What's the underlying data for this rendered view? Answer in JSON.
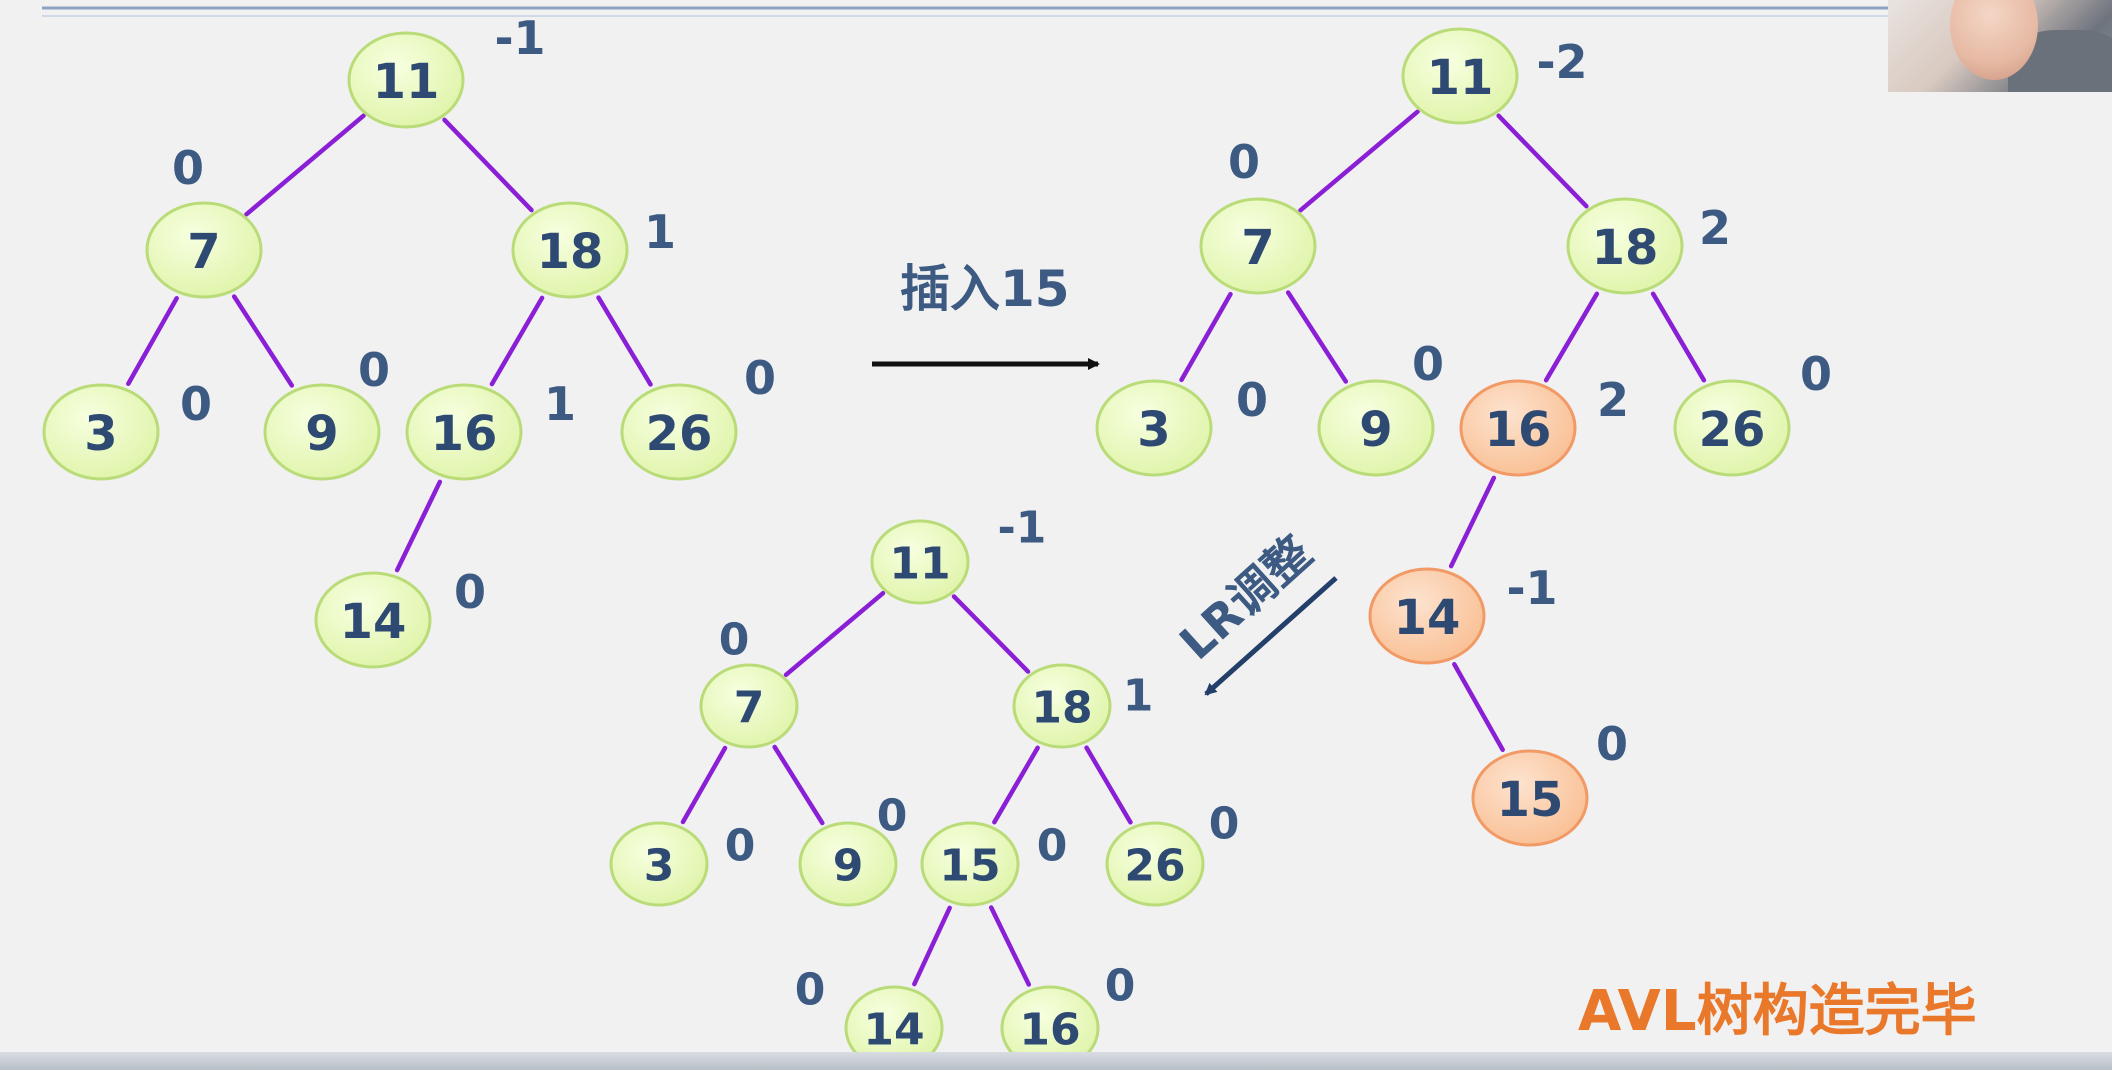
{
  "arrow_insert_label": "插入15",
  "arrow_lr_label": "LR调整",
  "done_label": "AVL树构造完毕",
  "colors": {
    "node_fill": "#eaf9c2",
    "node_stroke": "#b9dc79",
    "highlight_fill": "#fbd0b0",
    "highlight_stroke": "#f19a66",
    "edge": "#8a1fd6",
    "text": "#2e4a73",
    "accent": "#e9782a"
  },
  "trees": [
    {
      "id": "before-insert",
      "nodes": [
        {
          "id": "a11",
          "label": "11",
          "bf": "-1"
        },
        {
          "id": "a7",
          "label": "7",
          "bf": "0"
        },
        {
          "id": "a18",
          "label": "18",
          "bf": "1"
        },
        {
          "id": "a3",
          "label": "3",
          "bf": "0"
        },
        {
          "id": "a9",
          "label": "9",
          "bf": "0"
        },
        {
          "id": "a16",
          "label": "16",
          "bf": "1"
        },
        {
          "id": "a26",
          "label": "26",
          "bf": "0"
        },
        {
          "id": "a14",
          "label": "14",
          "bf": "0"
        }
      ],
      "edges": [
        [
          "a11",
          "a7"
        ],
        [
          "a11",
          "a18"
        ],
        [
          "a7",
          "a3"
        ],
        [
          "a7",
          "a9"
        ],
        [
          "a18",
          "a16"
        ],
        [
          "a18",
          "a26"
        ],
        [
          "a16",
          "a14"
        ]
      ]
    },
    {
      "id": "after-insert",
      "nodes": [
        {
          "id": "b11",
          "label": "11",
          "bf": "-2"
        },
        {
          "id": "b7",
          "label": "7",
          "bf": "0"
        },
        {
          "id": "b18",
          "label": "18",
          "bf": "2"
        },
        {
          "id": "b3",
          "label": "3",
          "bf": "0"
        },
        {
          "id": "b9",
          "label": "9",
          "bf": "0"
        },
        {
          "id": "b16",
          "label": "16",
          "bf": "2",
          "highlight": true
        },
        {
          "id": "b26",
          "label": "26",
          "bf": "0"
        },
        {
          "id": "b14",
          "label": "14",
          "bf": "-1",
          "highlight": true
        },
        {
          "id": "b15",
          "label": "15",
          "bf": "0",
          "highlight": true
        }
      ],
      "edges": [
        [
          "b11",
          "b7"
        ],
        [
          "b11",
          "b18"
        ],
        [
          "b7",
          "b3"
        ],
        [
          "b7",
          "b9"
        ],
        [
          "b18",
          "b16"
        ],
        [
          "b18",
          "b26"
        ],
        [
          "b16",
          "b14"
        ],
        [
          "b14",
          "b15"
        ]
      ]
    },
    {
      "id": "after-lr-rotation",
      "nodes": [
        {
          "id": "c11",
          "label": "11",
          "bf": "-1"
        },
        {
          "id": "c7",
          "label": "7",
          "bf": "0"
        },
        {
          "id": "c18",
          "label": "18",
          "bf": "1"
        },
        {
          "id": "c3",
          "label": "3",
          "bf": "0"
        },
        {
          "id": "c9",
          "label": "9",
          "bf": "0"
        },
        {
          "id": "c15",
          "label": "15",
          "bf": "0"
        },
        {
          "id": "c26",
          "label": "26",
          "bf": "0"
        },
        {
          "id": "c14",
          "label": "14",
          "bf": "0"
        },
        {
          "id": "c16",
          "label": "16",
          "bf": "0"
        }
      ],
      "edges": [
        [
          "c11",
          "c7"
        ],
        [
          "c11",
          "c18"
        ],
        [
          "c7",
          "c3"
        ],
        [
          "c7",
          "c9"
        ],
        [
          "c18",
          "c15"
        ],
        [
          "c18",
          "c26"
        ],
        [
          "c15",
          "c14"
        ],
        [
          "c15",
          "c16"
        ]
      ]
    }
  ]
}
